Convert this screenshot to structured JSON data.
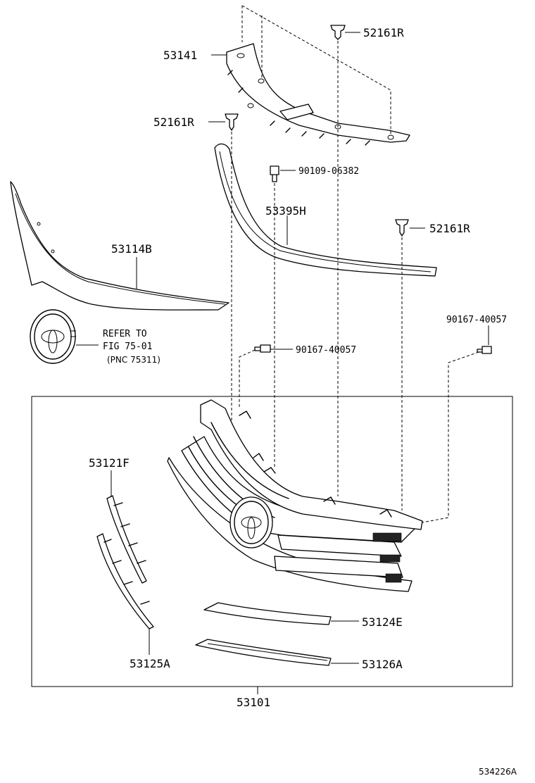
{
  "labels": {
    "p52161r_a": "52161R",
    "p53141": "53141",
    "p52161r_b": "52161R",
    "p90109": "90109-06382",
    "p53395h": "53395H",
    "p52161r_c": "52161R",
    "p53114b": "53114B",
    "p90167_right": "90167-40057",
    "p90167_mid": "90167-40057",
    "p53121f": "53121F",
    "p53124e": "53124E",
    "p53125a": "53125A",
    "p53126a": "53126A",
    "p53101": "53101"
  },
  "refer": {
    "line1": "REFER TO",
    "line2": "FIG 75-01",
    "line3": "(PNC 75311)"
  },
  "figure_id": "534226A",
  "icons": {
    "emblem": "toyota-emblem-icon",
    "clip": "clip-fastener-icon",
    "bolt": "bolt-icon"
  }
}
